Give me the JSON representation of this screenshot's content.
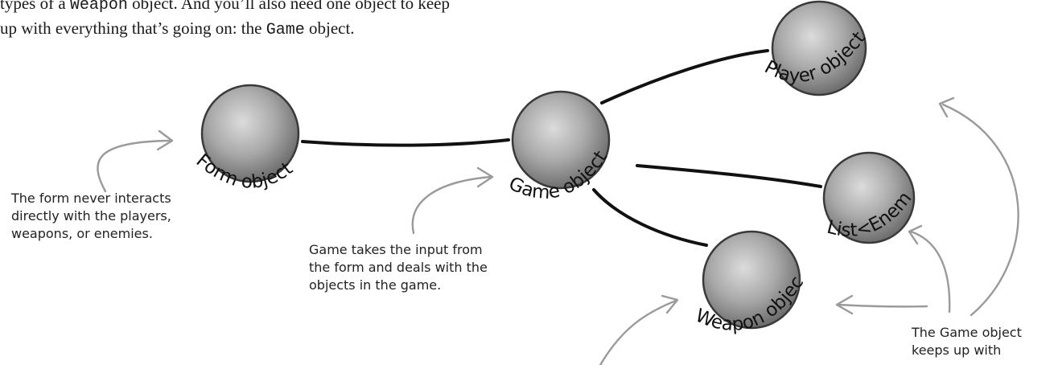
{
  "intro": {
    "line1": {
      "pre": "types of a ",
      "code": "Weapon",
      "post": " object. And you’ll also need one object to keep"
    },
    "line2": {
      "pre": "up with everything that’s going on: the ",
      "code": "Game",
      "post": " object."
    }
  },
  "objects": {
    "player": "Player object",
    "form": "Form object",
    "game": "Game object",
    "enemy_list": "List<Enemy>",
    "weapon": "Weapon object"
  },
  "notes": {
    "form_note": [
      "The form never interacts",
      "directly with the players,",
      "weapons, or enemies."
    ],
    "game_note": [
      "Game takes the input from",
      "the form and deals with the",
      "objects in the game."
    ],
    "tracker_note": [
      "The Game object",
      "keeps up with"
    ]
  },
  "colors": {
    "sphere_base": "#8a8a8a",
    "sphere_highlight": "#d9d9d9",
    "connector": "#111111",
    "arrow": "#9a9a9a"
  }
}
